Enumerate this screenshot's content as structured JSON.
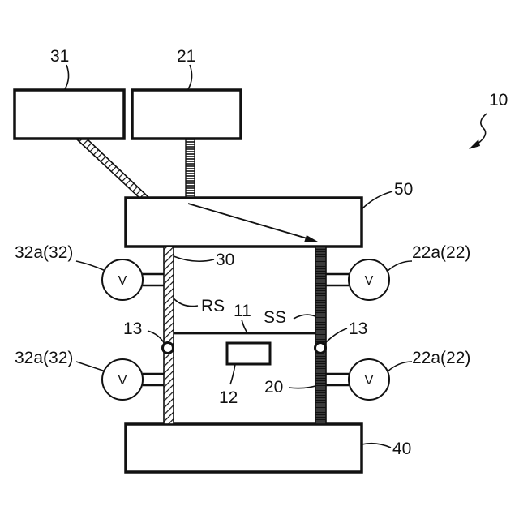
{
  "labels": {
    "system": "10",
    "box_top_left": "31",
    "box_top_right": "21",
    "box_middle": "50",
    "box_bottom": "40",
    "left_cable": "30",
    "left_cable_signal": "RS",
    "right_cable_signal": "SS",
    "crossbar": "11",
    "crossbar_joint_left": "13",
    "crossbar_joint_right": "13",
    "center_block": "12",
    "right_cable": "20",
    "left_valve_upper": "32a(32)",
    "left_valve_lower": "32a(32)",
    "right_valve_upper": "22a(22)",
    "right_valve_lower": "22a(22)",
    "valve_symbol": "V"
  }
}
